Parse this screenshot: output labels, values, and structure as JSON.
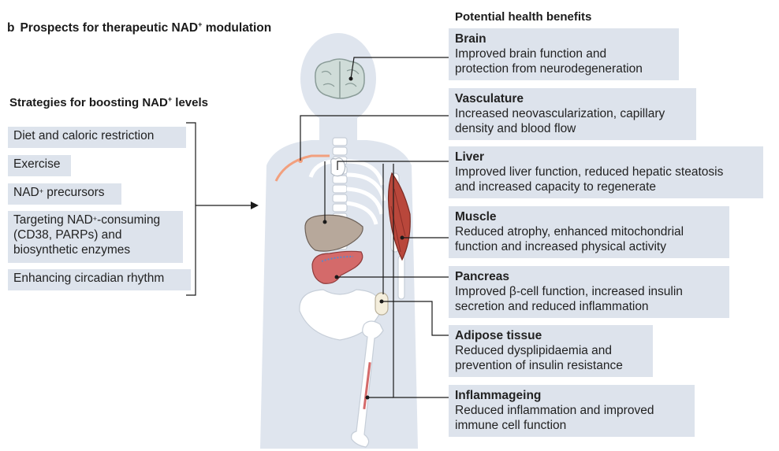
{
  "title": {
    "letter": "b",
    "text": "Prospects for therapeutic NAD",
    "sup": "+",
    "suffix": " modulation"
  },
  "strategies": {
    "heading": "Strategies for boosting NAD",
    "heading_sup": "+",
    "heading_suffix": " levels",
    "items": [
      {
        "line1": "Diet and caloric restriction"
      },
      {
        "line1": "Exercise"
      },
      {
        "line1": "NAD",
        "sup": "+",
        "line1_suffix": " precursors"
      },
      {
        "line1": "Targeting NAD",
        "sup": "+",
        "line1_suffix": "-consuming",
        "line2": "(CD38, PARPs) and",
        "line3": "biosynthetic enzymes"
      },
      {
        "line1": "Enhancing circadian rhythm"
      }
    ]
  },
  "benefits": {
    "heading": "Potential health benefits",
    "items": [
      {
        "title": "Brain",
        "line1": "Improved brain function and",
        "line2": "protection from neurodegeneration"
      },
      {
        "title": "Vasculature",
        "line1": "Increased neovascularization, capillary",
        "line2": "density and blood flow"
      },
      {
        "title": "Liver",
        "line1": "Improved liver function, reduced hepatic steatosis",
        "line2": "and increased capacity to regenerate"
      },
      {
        "title": "Muscle",
        "line1": "Reduced atrophy, enhanced mitochondrial",
        "line2": "function and increased physical activity"
      },
      {
        "title": "Pancreas",
        "line1": "Improved β-cell function, increased insulin",
        "line2": "secretion and reduced inflammation"
      },
      {
        "title": "Adipose tissue",
        "line1": "Reduced dysplipidaemia and",
        "line2": "prevention of insulin resistance"
      },
      {
        "title": "Inflammageing",
        "line1": "Reduced inflammation and improved",
        "line2": "immune cell function"
      }
    ]
  },
  "colors": {
    "box_fill": "#dde3ec",
    "silhouette": "#dfe5ee",
    "bone": "#ffffff",
    "liver": "#b7a89b",
    "muscle": "#b9473b",
    "pancreas": "#d46a6a",
    "vessel": "#f2a07e",
    "connector": "#1a1a1a"
  },
  "icons": [
    "brain-icon",
    "skeleton-icon",
    "liver-icon",
    "muscle-icon",
    "pancreas-icon",
    "fat-pad-icon",
    "femur-icon",
    "arrow-right-icon"
  ]
}
